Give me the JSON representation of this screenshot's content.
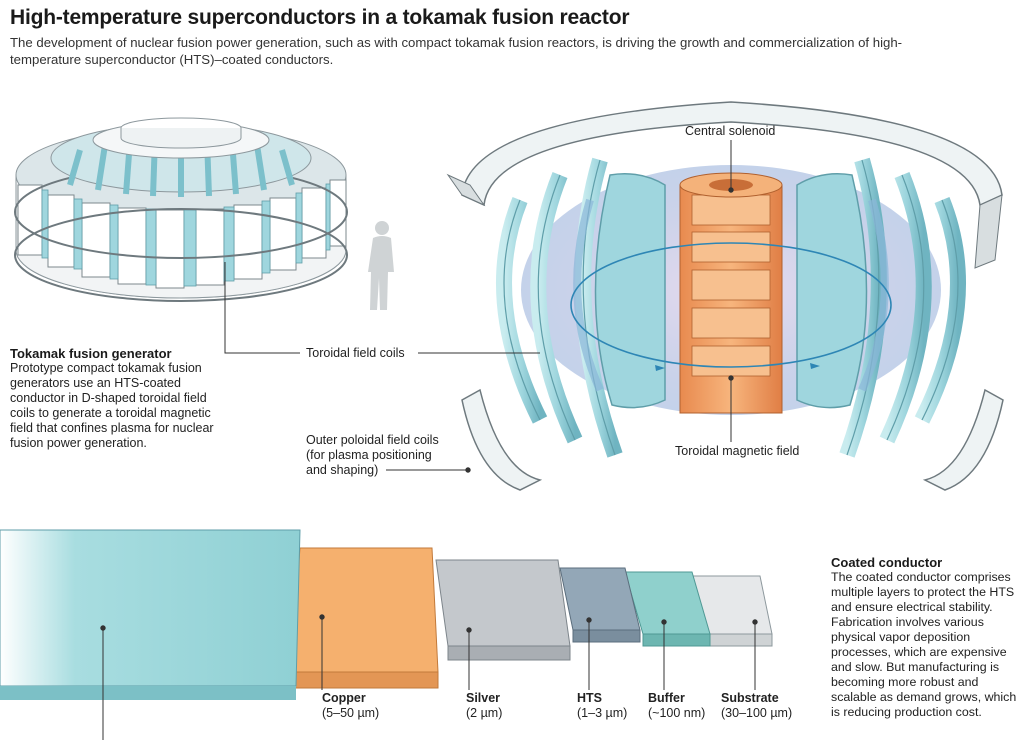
{
  "header": {
    "title": "High-temperature superconductors in a tokamak fusion reactor",
    "subtitle": "The development of nuclear fusion power generation, such as with compact tokamak fusion reactors, is driving the growth and commercialization of high-temperature superconductor (HTS)–coated conductors."
  },
  "generator": {
    "title": "Tokamak fusion generator",
    "description": "Prototype compact tokamak fusion generators use an HTS-coated conductor in D-shaped toroidal field coils to generate a toroidal magnetic field that confines plasma for nuclear fusion power generation."
  },
  "labels": {
    "central_solenoid": "Central solenoid",
    "toroidal_field_coils": "Toroidal field coils",
    "toroidal_magnetic_field": "Toroidal magnetic field",
    "poloidal_line1": "Outer poloidal field coils",
    "poloidal_line2": "(for plasma positioning",
    "poloidal_line3": "and shaping)"
  },
  "coated_conductor": {
    "title": "Coated conductor",
    "description": "The coated conductor comprises multiple layers to protect the HTS and ensure electrical stability. Fabrication involves various physical vapor deposition processes, which are expensive and slow. But manufacturing is becoming more robust and scalable as demand grows, which is reducing production cost.",
    "layers": [
      {
        "name": "Copper",
        "thickness": "(5–50 µm)",
        "color": "#f5b06e"
      },
      {
        "name": "Silver",
        "thickness": "(2 µm)",
        "color": "#c4c8cc"
      },
      {
        "name": "HTS",
        "thickness": "(1–3 µm)",
        "color": "#93a7b7"
      },
      {
        "name": "Buffer",
        "thickness": "(~100 nm)",
        "color": "#8fd0cc"
      },
      {
        "name": "Substrate",
        "thickness": "(30–100 µm)",
        "color": "#e6e8ea"
      }
    ],
    "outer_color": "#a8dde0"
  },
  "colors": {
    "coil": "#a8dce2",
    "coil_dark": "#6fb4c1",
    "solenoid": "#f2a36b",
    "plasma": "#b7bfe0"
  }
}
